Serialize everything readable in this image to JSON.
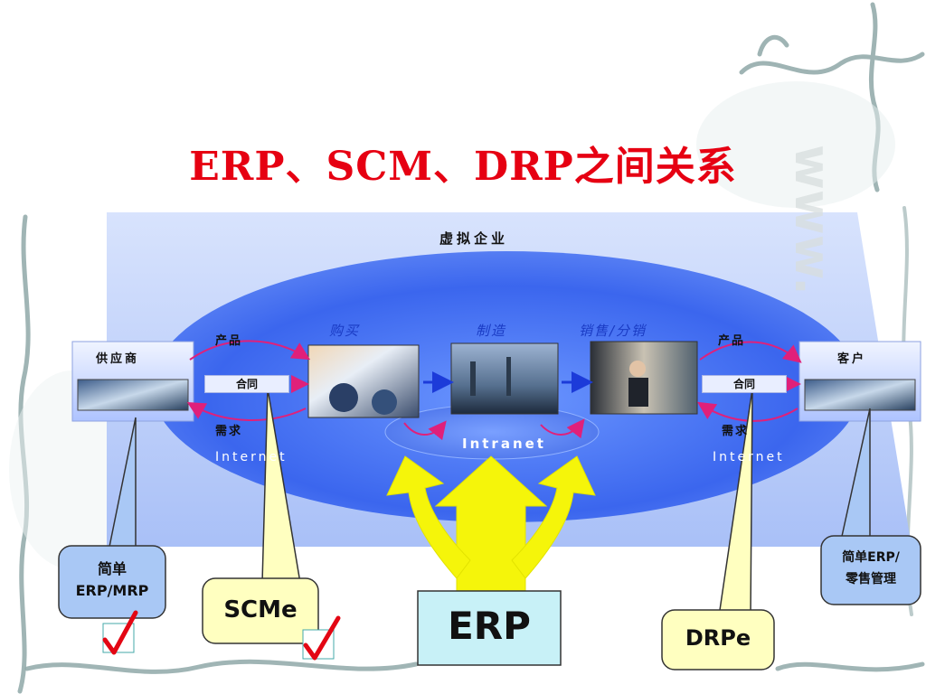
{
  "title": "ERP、SCM、DRP之间关系",
  "watermark": "www.",
  "diagram": {
    "virtual_enterprise": "虚拟企业",
    "supplier": "供应商",
    "customer": "客户",
    "contract_left": "合同",
    "contract_right": "合同",
    "product_left": "产品",
    "product_right": "产品",
    "demand_left": "需求",
    "demand_right": "需求",
    "stage_purchase": "购买",
    "stage_manufacture": "制造",
    "stage_sales": "销售/分销",
    "internet_left": "Internet",
    "internet_right": "Internet",
    "intranet": "Intranet"
  },
  "callouts": {
    "simple_erp_mrp_line1": "简单",
    "simple_erp_mrp_line2": "ERP/MRP",
    "scme": "SCMe",
    "erp": "ERP",
    "drpe": "DRPe",
    "simple_erp_retail_line1": "简单ERP/",
    "simple_erp_retail_line2": "零售管理"
  },
  "colors": {
    "title": "#e60012",
    "ellipse": "#3a6df2",
    "panel": "#c9d8fb",
    "arrow_yellow": "#f5f50a",
    "callout_yellow": "#ffffc0",
    "callout_blue": "#a9c8f5",
    "check_red": "#e30613"
  }
}
